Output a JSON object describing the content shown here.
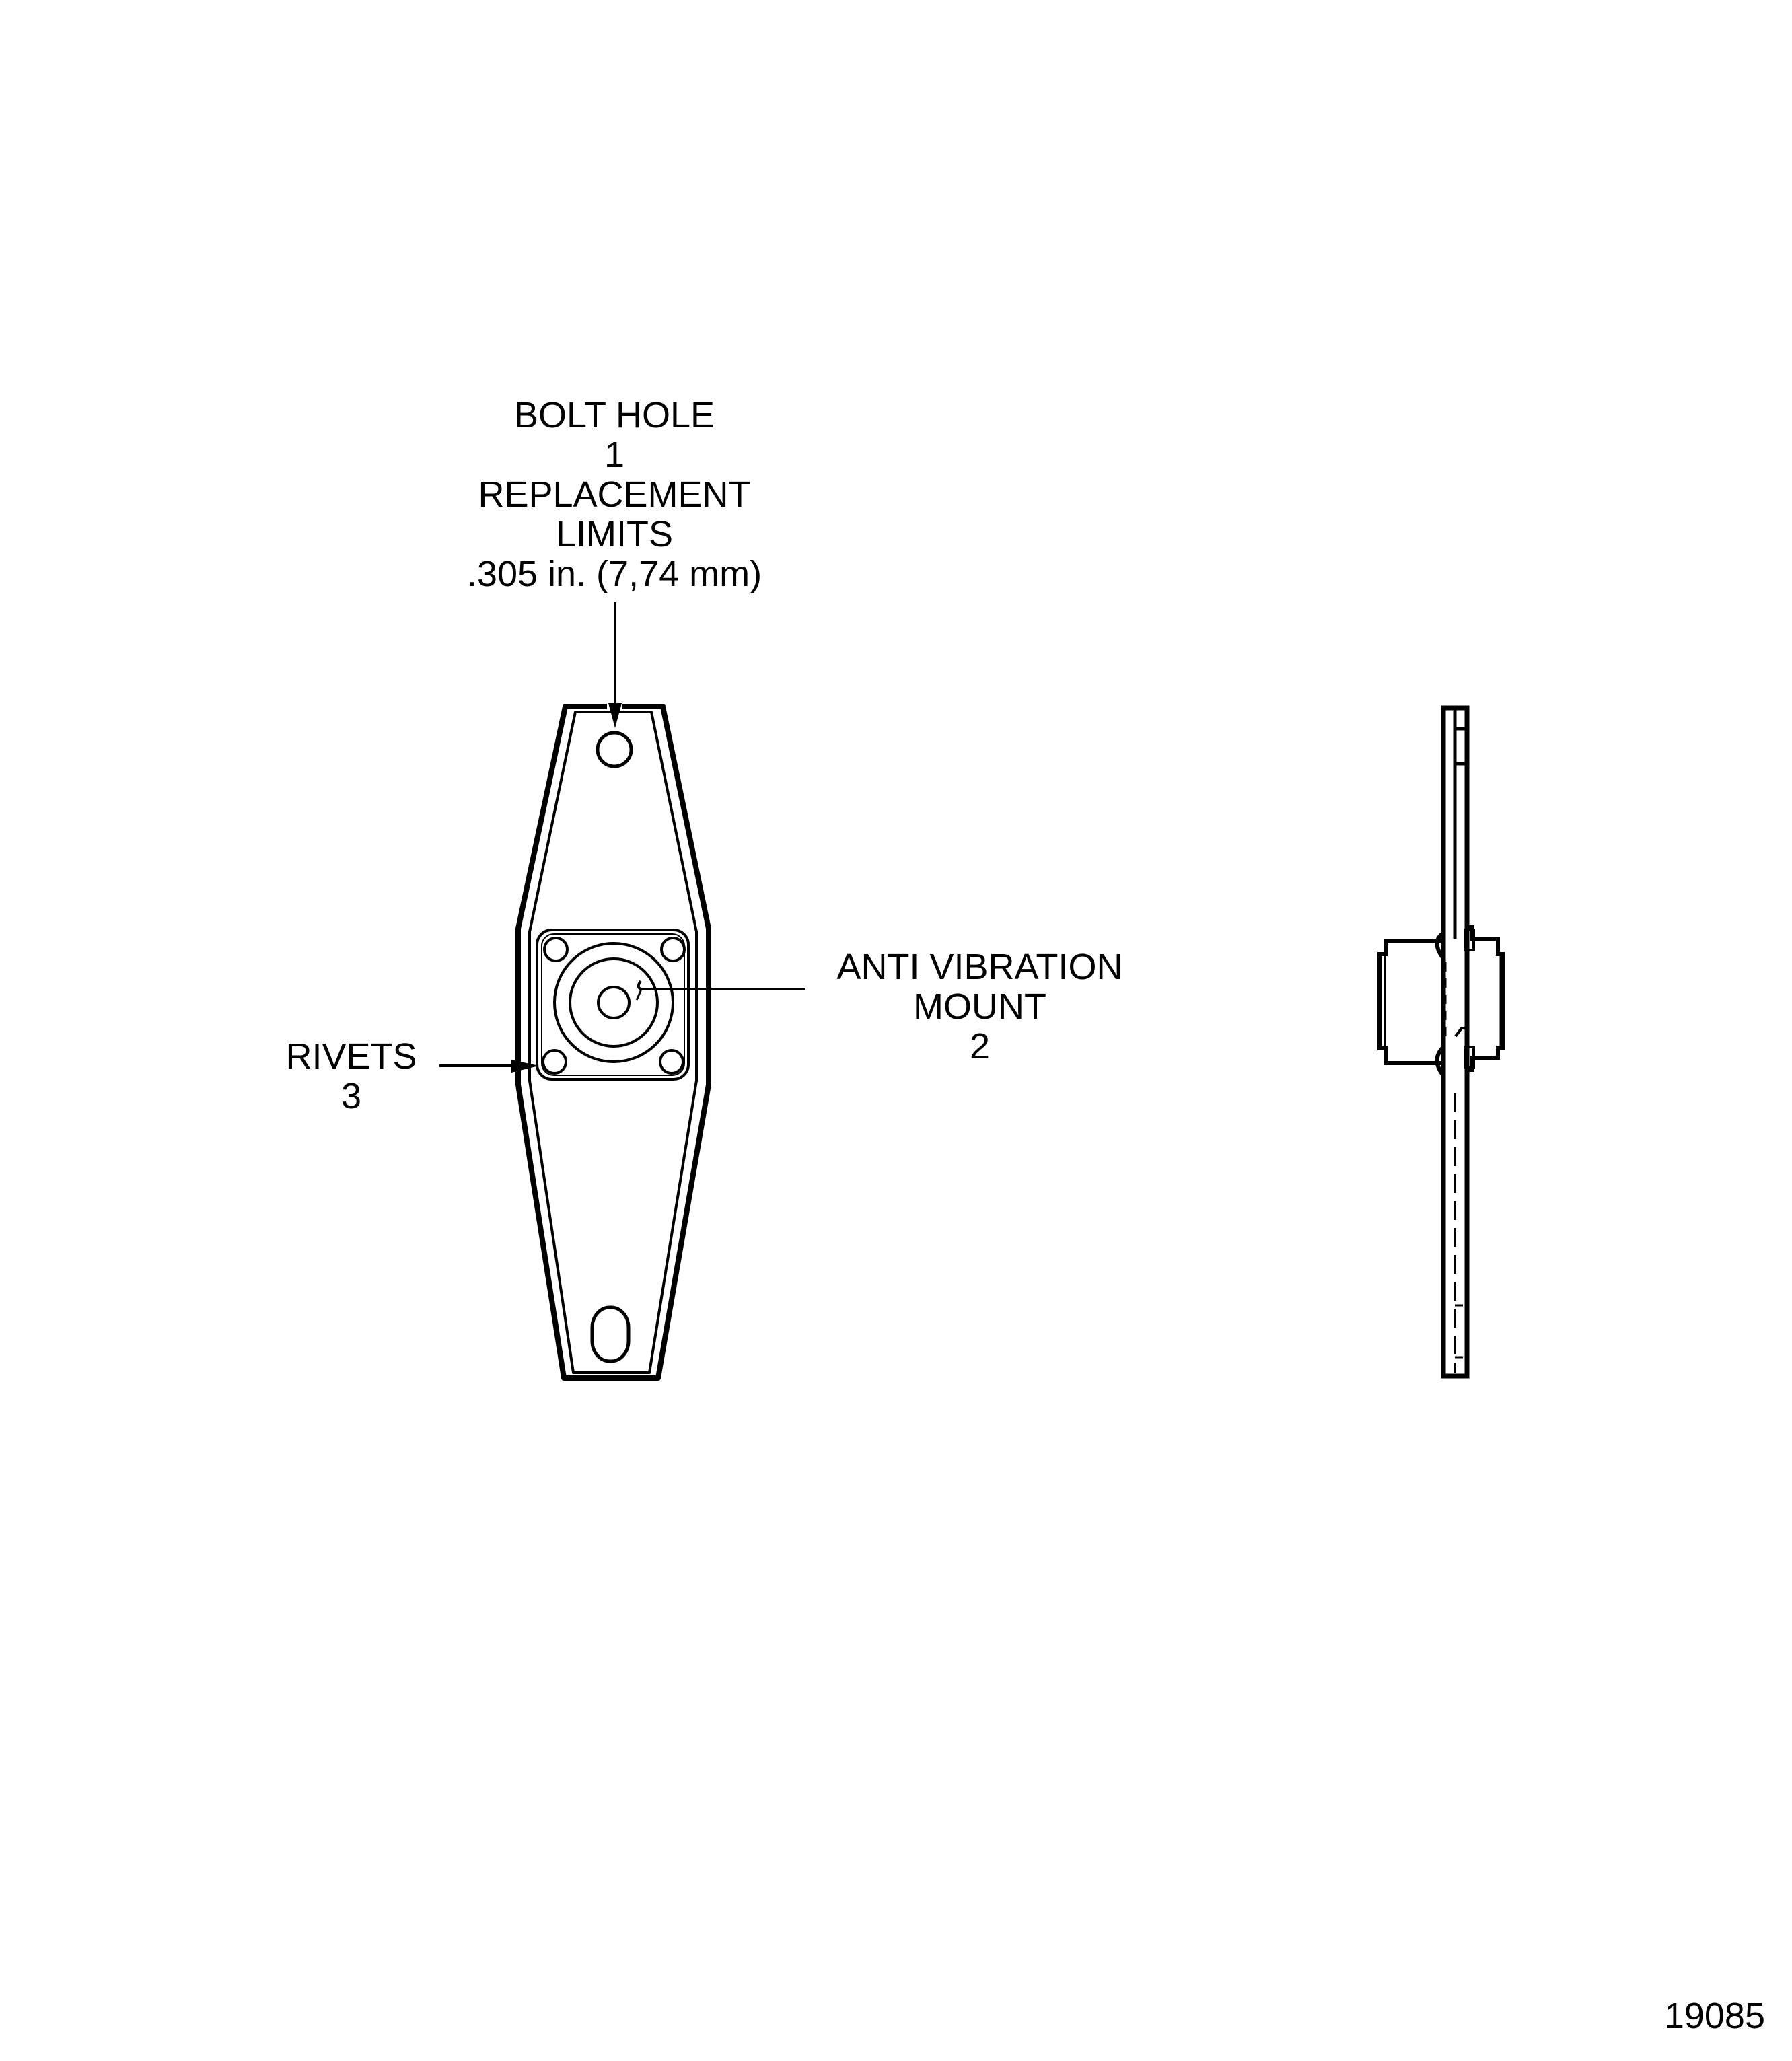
{
  "diagram": {
    "title": "Anti-vibration mount plate - front and side views",
    "colors": {
      "line": "#000000",
      "background": "#ffffff"
    },
    "callouts": [
      {
        "id": 1,
        "lines": [
          "BOLT HOLE",
          "1",
          "REPLACEMENT",
          "LIMITS",
          ".305 in. (7,74 mm)"
        ]
      },
      {
        "id": 2,
        "lines": [
          "ANTI VIBRATION",
          "MOUNT",
          "2"
        ]
      },
      {
        "id": 3,
        "lines": [
          "RIVETS",
          "3"
        ]
      }
    ],
    "figure_number": "19085",
    "views": [
      "front-view",
      "side-view"
    ]
  }
}
